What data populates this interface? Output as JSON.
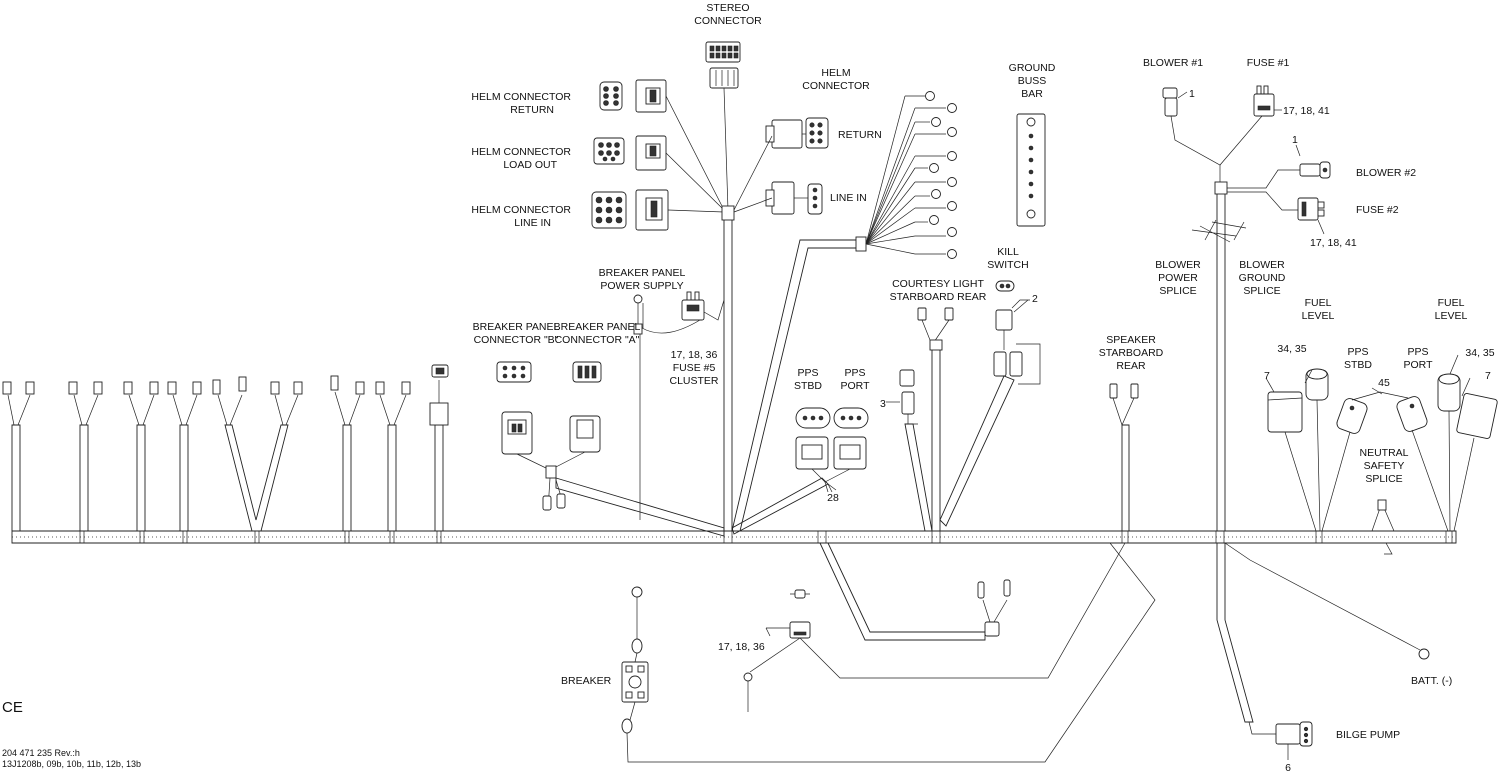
{
  "labels": {
    "stereo_connector": [
      "STEREO",
      "CONNECTOR"
    ],
    "helm_connector": [
      "HELM",
      "CONNECTOR"
    ],
    "return": "RETURN",
    "line_in": "LINE IN",
    "helm_connector_return": [
      "HELM CONNECTOR",
      "RETURN"
    ],
    "helm_connector_load_out": [
      "HELM CONNECTOR",
      "LOAD OUT"
    ],
    "helm_connector_line_in": [
      "HELM CONNECTOR",
      "LINE IN"
    ],
    "ground_buss_bar": [
      "GROUND",
      "BUSS",
      "BAR"
    ],
    "kill_switch": [
      "KILL",
      "SWITCH"
    ],
    "courtesy_light": [
      "COURTESY LIGHT",
      "STARBOARD REAR"
    ],
    "breaker_panel_power_supply": [
      "BREAKER PANEL",
      "POWER SUPPLY"
    ],
    "breaker_panel_b": [
      "BREAKER PANEL",
      "CONNECTOR \"B\""
    ],
    "breaker_panel_a": [
      "BREAKER PANEL",
      "CONNECTOR \"A\""
    ],
    "fuse5": [
      "17, 18, 36",
      "FUSE #5",
      "CLUSTER"
    ],
    "pps_stbd": [
      "PPS",
      "STBD"
    ],
    "pps_port": [
      "PPS",
      "PORT"
    ],
    "speaker": [
      "SPEAKER",
      "STARBOARD",
      "REAR"
    ],
    "blower1": "BLOWER #1",
    "fuse1": "FUSE #1",
    "blower2": "BLOWER #2",
    "fuse2": "FUSE #2",
    "blower_power_splice": [
      "BLOWER",
      "POWER",
      "SPLICE"
    ],
    "blower_ground_splice": [
      "BLOWER",
      "GROUND",
      "SPLICE"
    ],
    "fuel_level": [
      "FUEL",
      "LEVEL"
    ],
    "neutral_safety_splice": [
      "NEUTRAL",
      "SAFETY",
      "SPLICE"
    ],
    "breaker": "BREAKER",
    "batt": "BATT. (-)",
    "bilge_pump": "BILGE PUMP",
    "ce": "CE",
    "part_number": "204 471 235 Rev.:h",
    "models": "13J1208b, 09b, 10b, 11b, 12b, 13b"
  },
  "callouts": {
    "n1": "1",
    "n2": "2",
    "n3": "3",
    "n6": "6",
    "n7": "7",
    "n28": "28",
    "n45": "45",
    "n3435": "34, 35",
    "fuse_refs": "17, 18, 41",
    "fuse_refs_36": "17, 18, 36"
  }
}
